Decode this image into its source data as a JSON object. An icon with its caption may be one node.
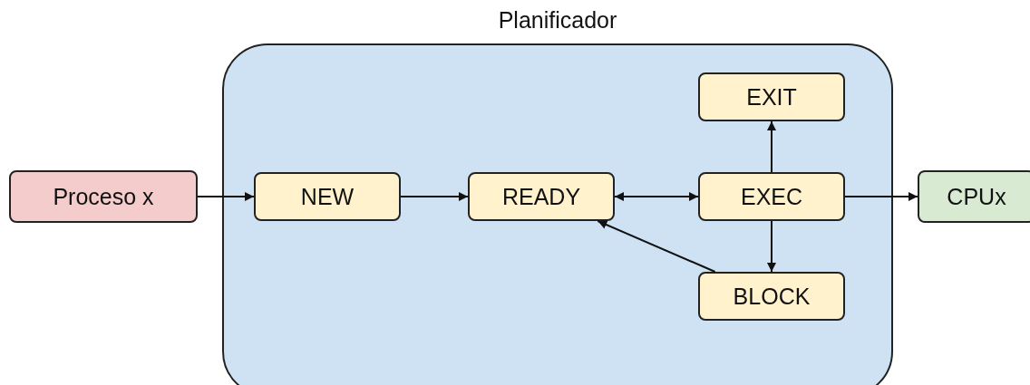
{
  "diagram": {
    "nodes": [
      {
        "text": [
          "Planificador"
        ]
      },
      {
        "text": [
          "Proceso x"
        ]
      },
      {
        "text": [
          "NEW"
        ],
        "in": 0
      },
      {
        "text": [
          "READY"
        ],
        "in": 0
      },
      {
        "text": [
          "EXEC"
        ],
        "in": 0
      },
      {
        "text": [
          "EXIT"
        ],
        "in": 0
      },
      {
        "text": [
          "BLOCK"
        ],
        "in": 0
      },
      {
        "text": [
          "CPUx"
        ]
      }
    ],
    "edges": [
      {
        "from": 1,
        "to": 2,
        "arrow": "to"
      },
      {
        "from": 2,
        "to": 3,
        "arrow": "to"
      },
      {
        "from": 3,
        "to": 4,
        "arrow": "both"
      },
      {
        "from": 4,
        "to": 5,
        "arrow": "to"
      },
      {
        "from": 4,
        "to": 7,
        "arrow": "to"
      },
      {
        "from": 4,
        "to": 6,
        "arrow": "to"
      },
      {
        "from": 6,
        "to": 3,
        "arrow": "to"
      }
    ]
  }
}
